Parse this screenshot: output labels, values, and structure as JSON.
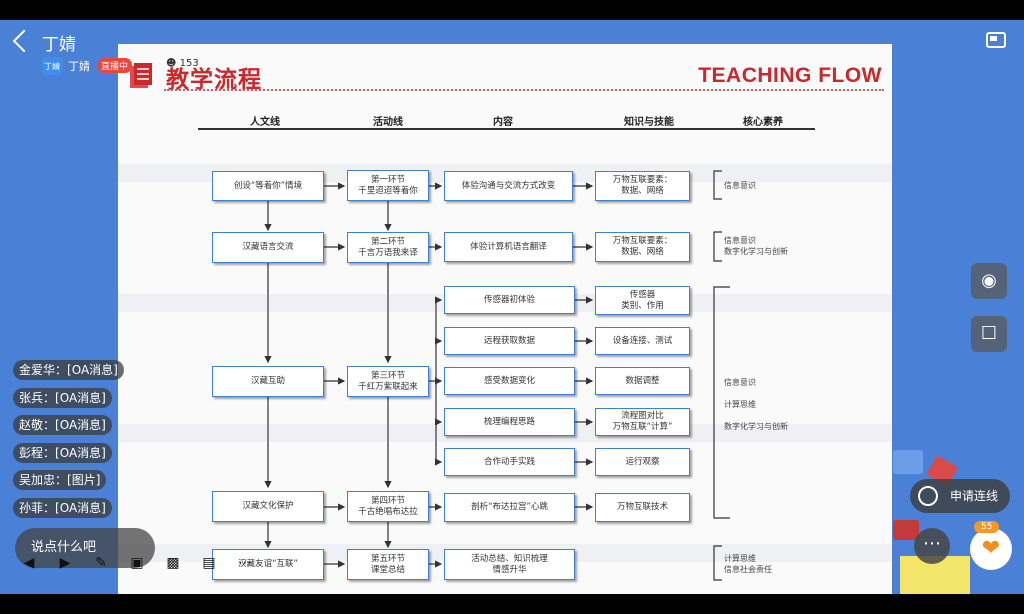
{
  "header": {
    "host_name": "丁婧",
    "host_avatar": "丁婧",
    "host_small": "丁婧",
    "live_badge": "直播中",
    "viewer_count": "153"
  },
  "slide": {
    "title_cn": "教学流程",
    "title_en": "TEACHING FLOW",
    "columns": [
      "人文线",
      "活动线",
      "内容",
      "知识与技能",
      "核心素养"
    ],
    "humanities": [
      "创设“等着你”情境",
      "汉藏语言交流",
      "汉藏互助",
      "汉藏文化保护",
      "汉藏友谊“互联”"
    ],
    "activities": [
      "第一环节\n千里迢迢等着你",
      "第二环节\n千言万语我来译",
      "第三环节\n千红万紫联起来",
      "第四环节\n千古绝唱布达拉",
      "第五环节\n课堂总结"
    ],
    "content": [
      "体验沟通与交流方式改变",
      "体验计算机语言翻译",
      "传感器初体验",
      "远程获取数据",
      "感受数据变化",
      "梳理编程思路",
      "合作动手实践",
      "剖析“布达拉宫”心跳",
      "活动总结、知识梳理\n情感升华"
    ],
    "knowledge": [
      "万物互联要素：\n数据、网络",
      "万物互联要素：\n数据、网络",
      "传感器\n类别、作用",
      "设备连接、测试",
      "数据调整",
      "流程图对比\n万物互联“计算”",
      "运行观察",
      "万物互联技术"
    ],
    "core": [
      "信息意识",
      "信息意识\n数字化学习与创新",
      "信息意识\n\n计算思维\n\n数字化学习与创新",
      "计算思维\n信息社会责任"
    ]
  },
  "chat": [
    {
      "user": "金爱华",
      "msg": "[OA消息]"
    },
    {
      "user": "张兵",
      "msg": "[OA消息]"
    },
    {
      "user": "赵敬",
      "msg": "[OA消息]"
    },
    {
      "user": "彭程",
      "msg": "[OA消息]"
    },
    {
      "user": "吴加忠",
      "msg": "[图片]"
    },
    {
      "user": "孙菲",
      "msg": "[OA消息]"
    }
  ],
  "bottom": {
    "say_placeholder": "说点什么吧",
    "apply_label": "申请连线",
    "like_count": "55"
  },
  "icons": [
    "back-icon",
    "pip-icon",
    "camera-icon",
    "lock-icon",
    "link-icon",
    "more-icon",
    "thumbs-up-icon",
    "play-icon",
    "pen-icon",
    "scan-icon",
    "video-icon",
    "chat-icon"
  ],
  "colors": {
    "stage": "#4a80d6",
    "box_border": "#3f7fd4",
    "slide_title": "#c9282d",
    "live_badge": "#e9473c",
    "like": "#f39a23"
  }
}
